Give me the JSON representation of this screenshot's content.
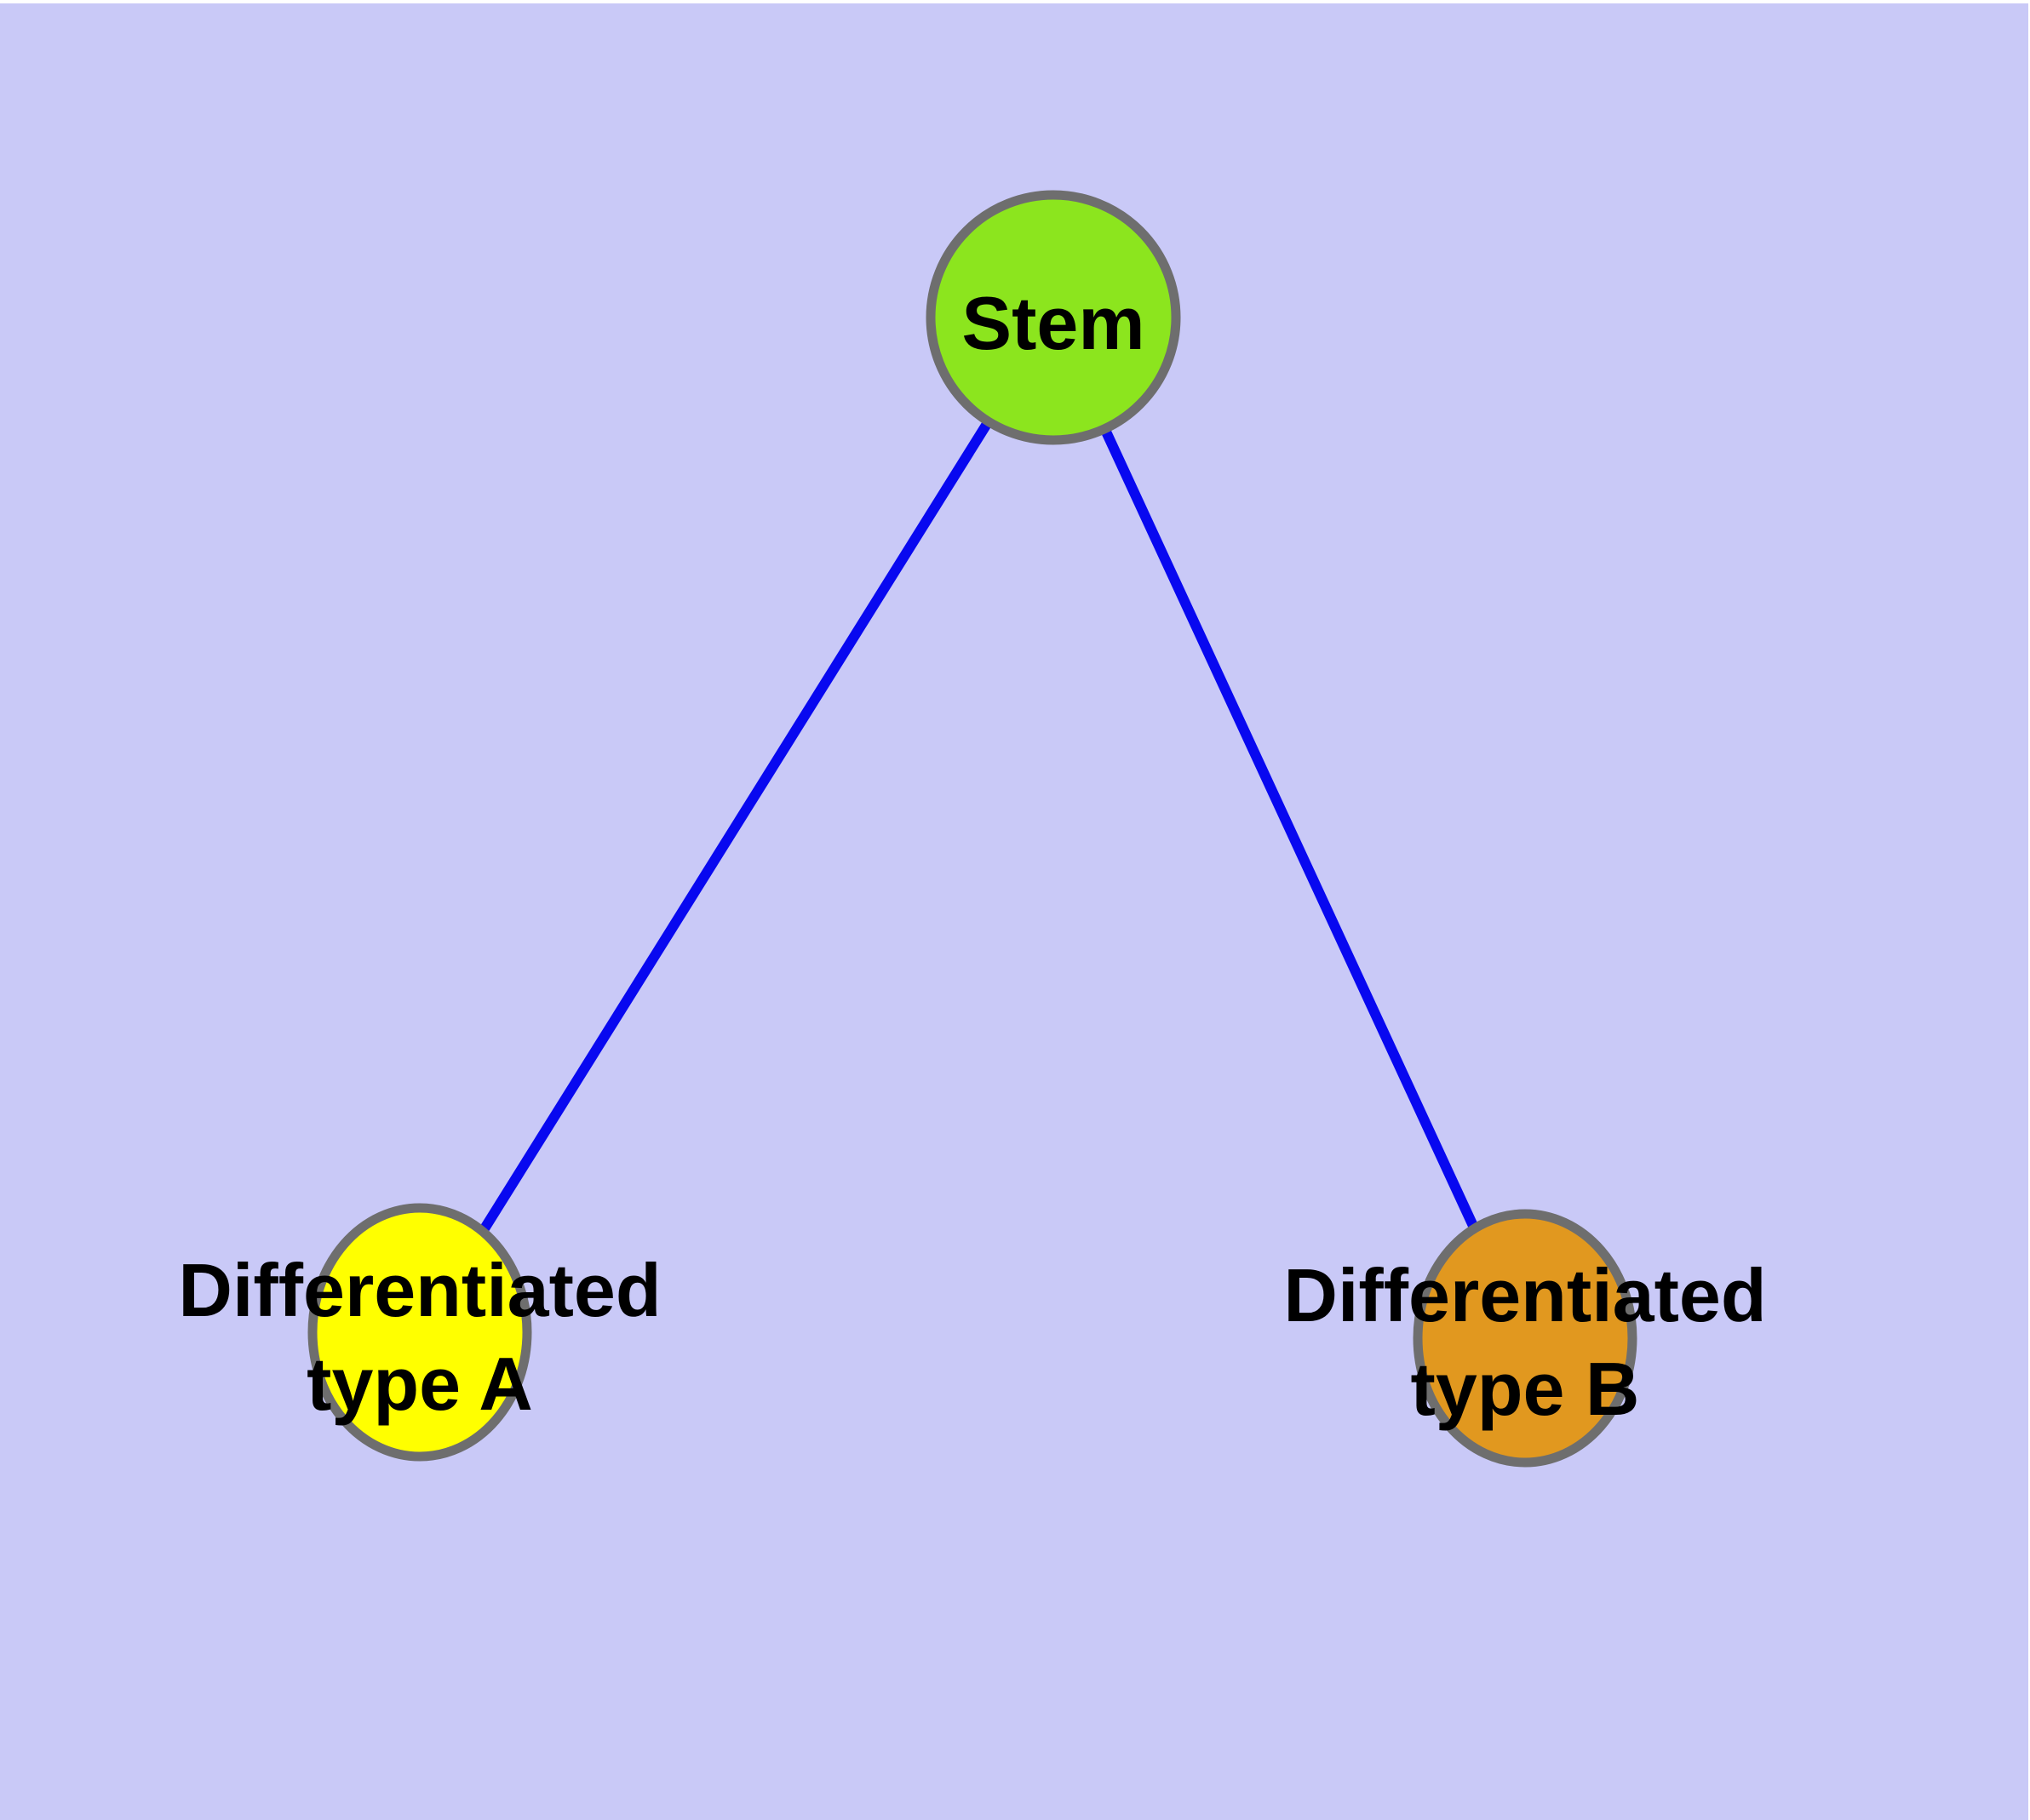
{
  "canvas": {
    "background_color": "#c9c9f7",
    "page_margin_color": "#ffffff",
    "text_color": "#000000",
    "node_border_color": "#6e6e6e",
    "edge_color": "#0808f0"
  },
  "graph": {
    "type": "node-link-diagram",
    "nodes": [
      {
        "id": "stem",
        "label": "Stem",
        "label_lines": [
          "Stem"
        ],
        "fill_color": "#8ce51e"
      },
      {
        "id": "differentiated-type-a",
        "label": "Differentiated type A",
        "label_lines": [
          "Differentiated",
          "type A"
        ],
        "fill_color": "#ffff00"
      },
      {
        "id": "differentiated-type-b",
        "label": "Differentiated type B",
        "label_lines": [
          "Differentiated",
          "type B"
        ],
        "fill_color": "#e1981f"
      }
    ],
    "edges": [
      {
        "from": "stem",
        "to": "differentiated-type-a"
      },
      {
        "from": "stem",
        "to": "differentiated-type-b"
      }
    ]
  }
}
